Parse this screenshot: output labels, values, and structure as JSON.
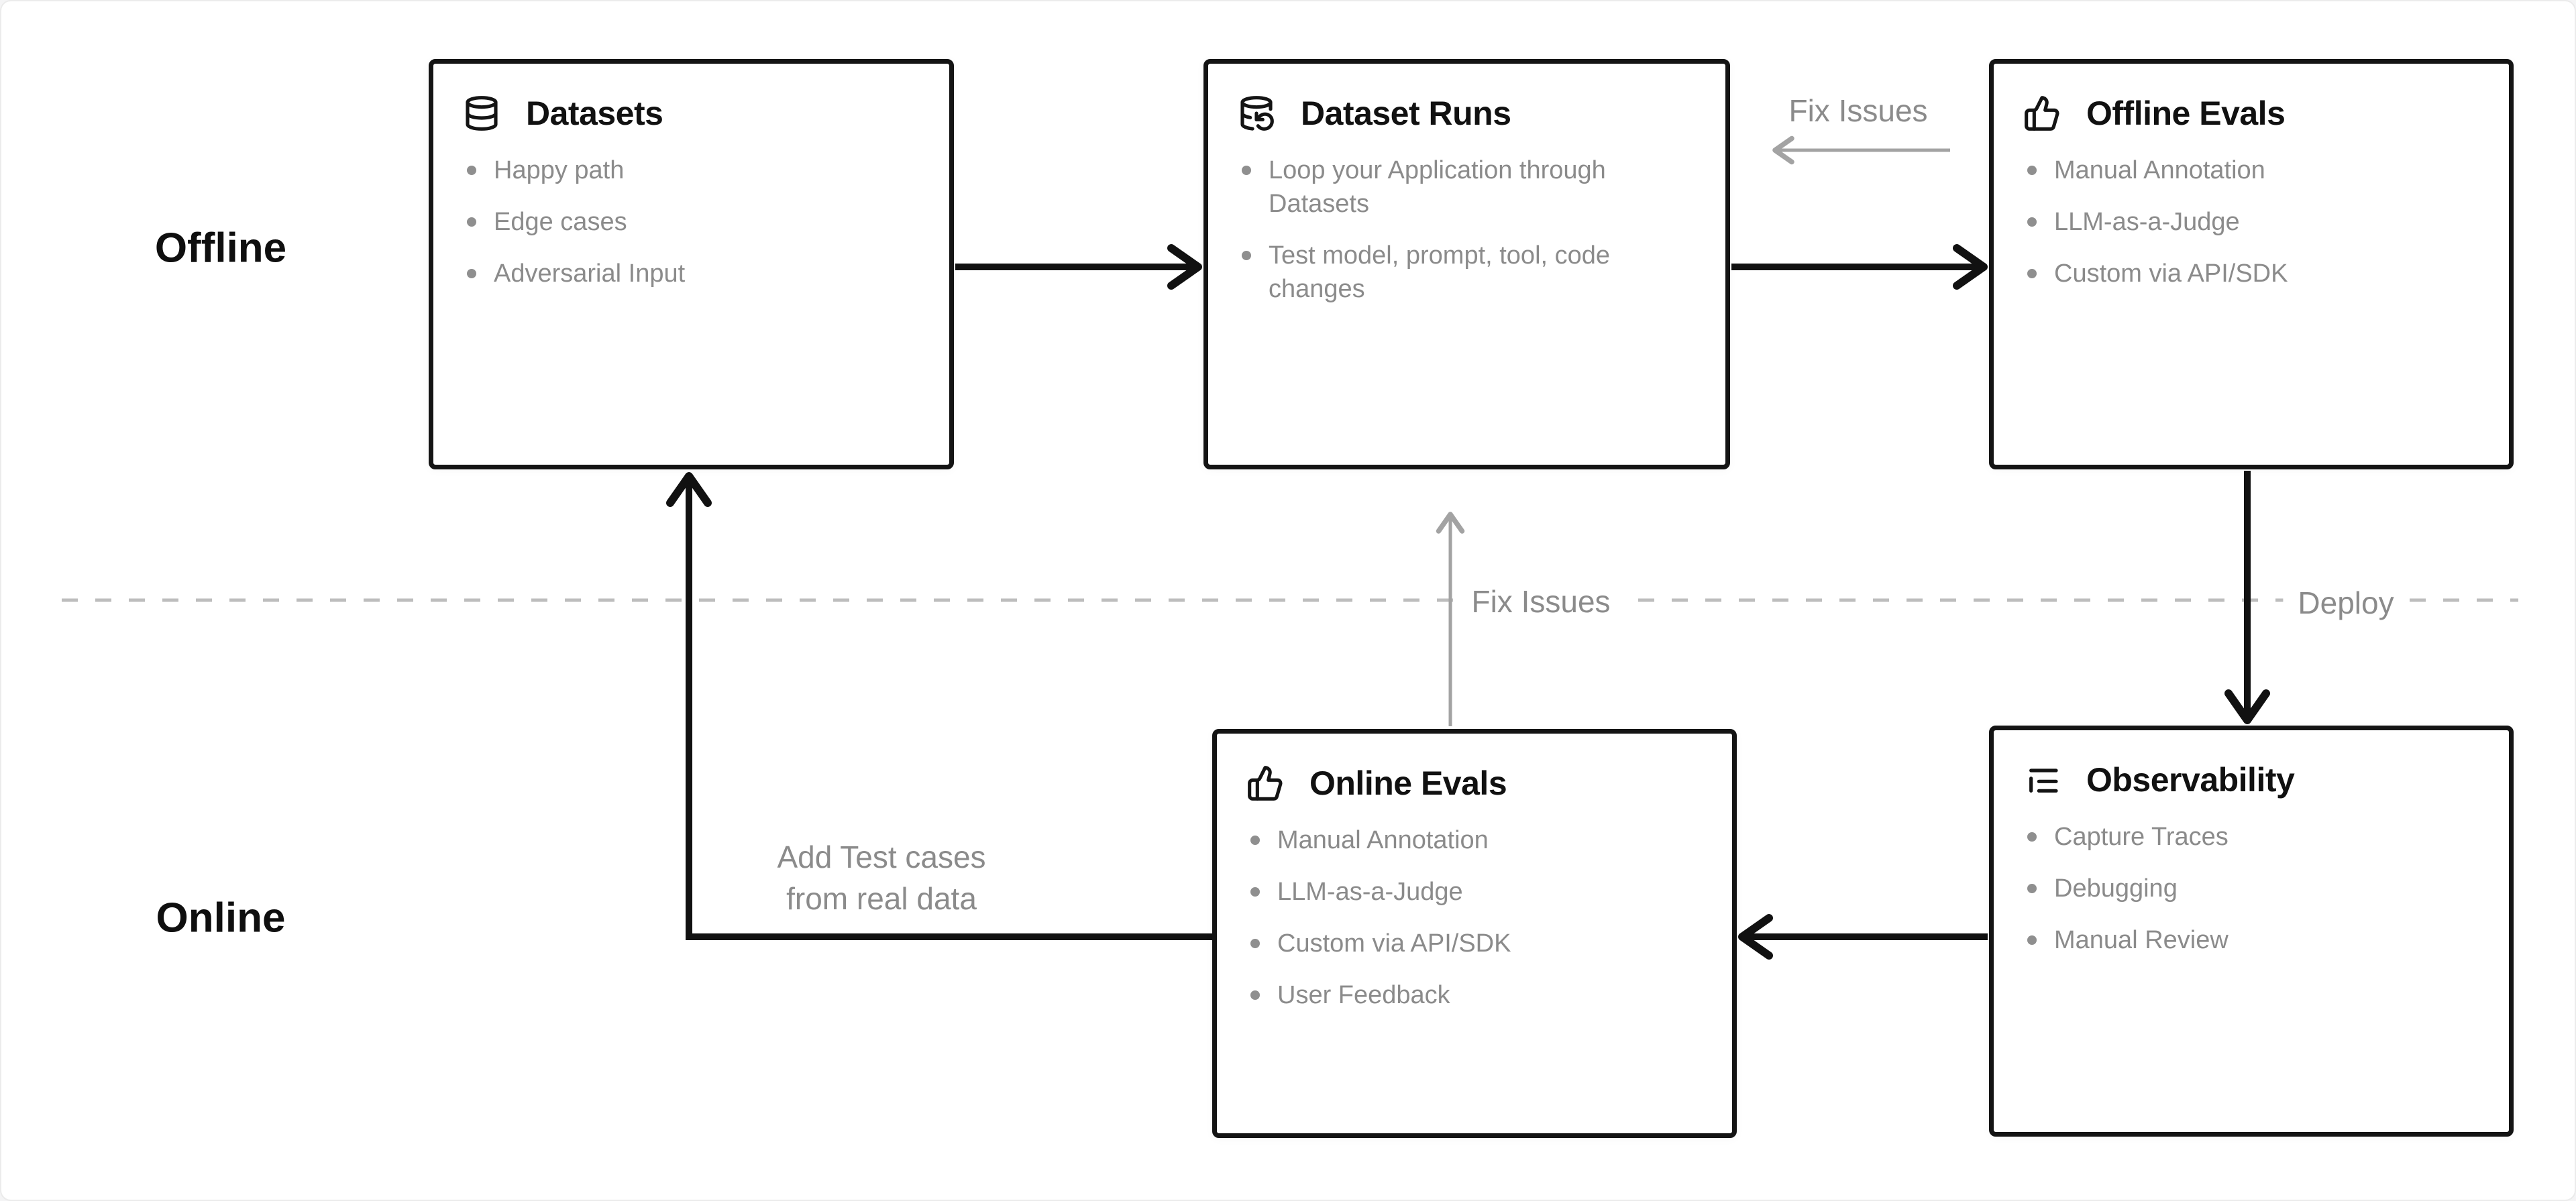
{
  "diagram": {
    "section_labels": {
      "offline": "Offline",
      "online": "Online"
    },
    "boxes": {
      "datasets": {
        "icon": "database-icon",
        "title": "Datasets",
        "items": [
          "Happy path",
          "Edge cases",
          "Adversarial Input"
        ]
      },
      "dataset_runs": {
        "icon": "database-backup-icon",
        "title": "Dataset Runs",
        "items": [
          "Loop your Application through Datasets",
          "Test model, prompt, tool, code changes"
        ]
      },
      "offline_evals": {
        "icon": "thumbs-up-icon",
        "title": "Offline Evals",
        "items": [
          "Manual Annotation",
          "LLM-as-a-Judge",
          "Custom via API/SDK"
        ]
      },
      "online_evals": {
        "icon": "thumbs-up-icon",
        "title": "Online Evals",
        "items": [
          "Manual Annotation",
          "LLM-as-a-Judge",
          "Custom via API/SDK",
          "User Feedback"
        ]
      },
      "observability": {
        "icon": "logs-icon",
        "title": "Observability",
        "items": [
          "Capture Traces",
          "Debugging",
          "Manual Review"
        ]
      }
    },
    "edge_labels": {
      "fix_issues_top": "Fix Issues",
      "fix_issues_middle": "Fix Issues",
      "deploy": "Deploy",
      "add_test_cases_line1": "Add Test cases",
      "add_test_cases_line2": "from real data"
    },
    "colors": {
      "background": "#ffffff",
      "box_border": "#141414",
      "title_text": "#111111",
      "bullet_text": "#8b8b8b",
      "black_arrow": "#111111",
      "muted_arrow": "#a3a3a3",
      "dashed_divider": "#bdbdbd"
    }
  }
}
